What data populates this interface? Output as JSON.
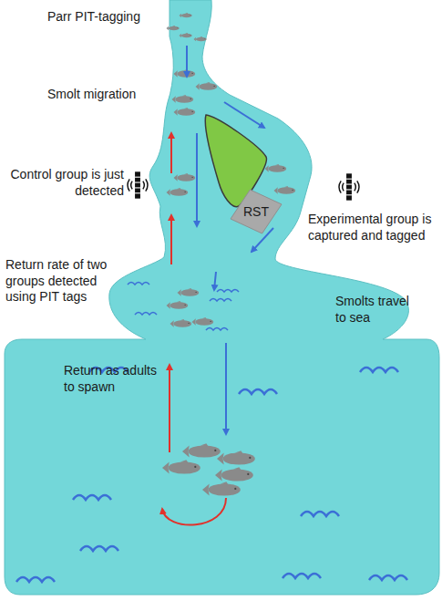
{
  "diagram": {
    "nodes": [
      {
        "text": [
          "RST"
        ]
      }
    ],
    "labels": [
      "Parr PIT-tagging",
      "Smolt migration",
      "Control group is just detected",
      "Experimental group is captured and tagged",
      "Return rate of two groups detected using PIT tags",
      "Smolts travel to sea",
      "Return as adults to spawn"
    ]
  }
}
